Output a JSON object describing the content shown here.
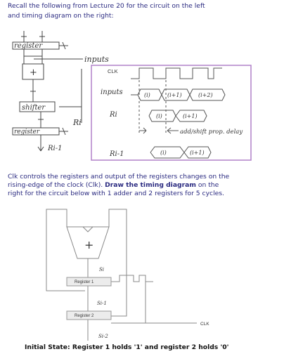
{
  "intro": {
    "line1": "Recall the following from Lecture 20 for the circuit on the left",
    "line2": "and timing diagram on the right:"
  },
  "sketch": {
    "register_top": "register",
    "inputs": "inputs",
    "plus": "+",
    "shifter": "shifter",
    "register_bottom": "register",
    "ri_left": "Ri",
    "ri_minus_1_left": "Ri-1"
  },
  "timing_sketch": {
    "clk": "CLK",
    "inputs": "inputs",
    "ri": "Ri",
    "ri_minus_1": "Ri-1",
    "labels": {
      "i": "(i)",
      "i_plus_1": "(i+1)",
      "i_plus_2": "(i+2)"
    },
    "delay_note": "add/shift prop. delay"
  },
  "instructions": {
    "line1": "Clk controls the registers and output of the registers changes on the",
    "line2_prefix": "rising-edge of the clock (Clk).",
    "line2_bold": "Draw the timing diagram",
    "line2_suffix": "on the",
    "line3": "right for the circuit below with 1 adder and 2 registers for 5 cycles."
  },
  "circuit": {
    "plus": "+",
    "si": "Si",
    "register1": "Register 1",
    "si_minus_1": "Si-1",
    "register2": "Register 2",
    "si_minus_2": "Si-2",
    "clk": "CLK"
  },
  "footer": {
    "initial_state": "Initial State: Register 1 holds '1' and register 2 holds '0'"
  }
}
